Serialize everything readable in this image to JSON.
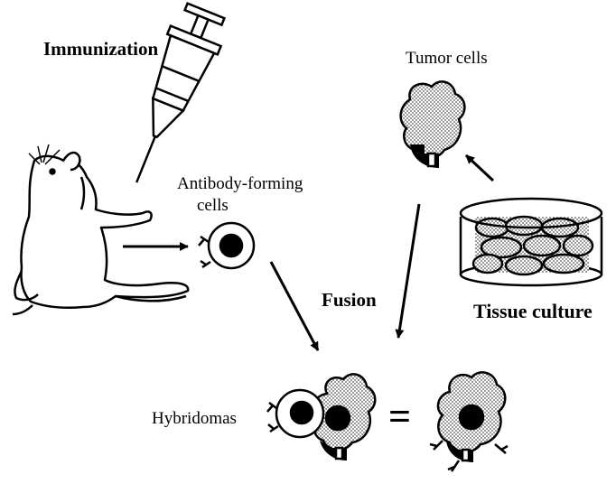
{
  "labels": {
    "immunization": "Immunization",
    "tumor_cells": "Tumor cells",
    "antibody_forming_1": "Antibody-forming",
    "antibody_forming_2": "cells",
    "fusion": "Fusion",
    "tissue_culture": "Tissue culture",
    "hybridomas": "Hybridomas",
    "equals": "="
  },
  "icons": [
    "mouse-icon",
    "syringe-icon",
    "antibody-forming-cell-icon",
    "tumor-cell-icon",
    "tissue-culture-dish-icon",
    "hybridoma-icon"
  ],
  "colors": {
    "ink": "#000000",
    "stipple": "#bdbdbd",
    "background": "#ffffff"
  }
}
